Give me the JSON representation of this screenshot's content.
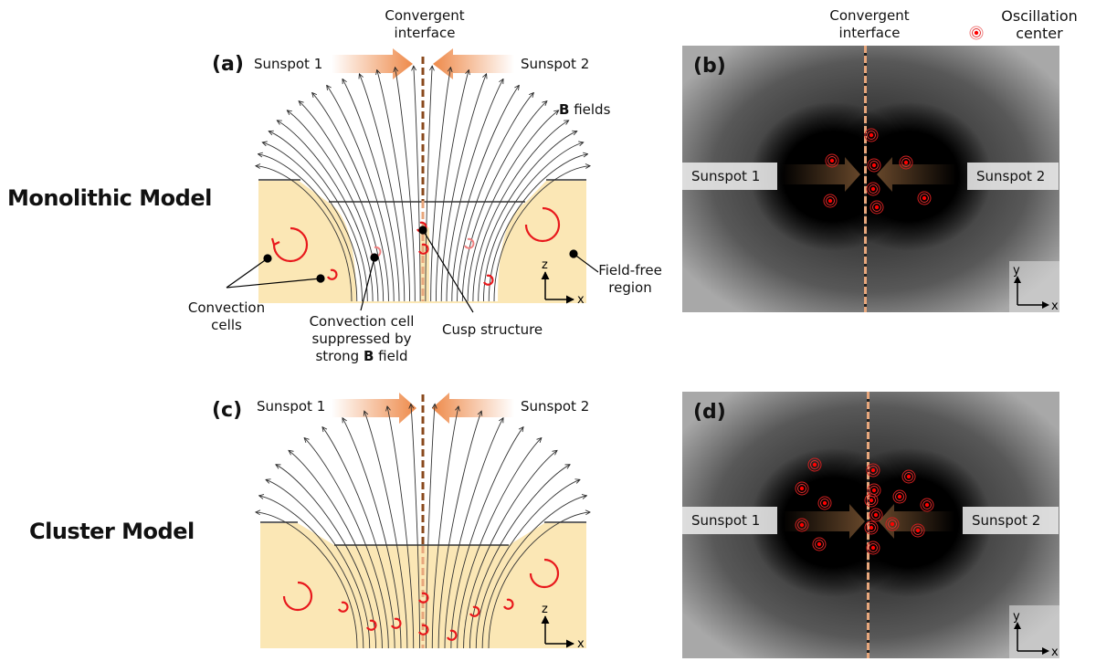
{
  "figure": {
    "rows": [
      {
        "model_title": "Monolithic Model"
      },
      {
        "model_title": "Cluster Model"
      }
    ],
    "legend": {
      "icon": "oscillation-center-icon",
      "label_line1": "Oscillation",
      "label_line2": "center"
    },
    "colors": {
      "field_free": "#fbe7b5",
      "arrow_orange": "#ee8a4a",
      "interface_dark": "#8a4a1e",
      "interface_light": "#e8a77c",
      "convection_red": "#e8181c",
      "oscillation_red": "#ff0000",
      "photo_arrow": "#6b4a2c"
    },
    "panels": {
      "a": {
        "tag": "(a)",
        "interface_line1": "Convergent",
        "interface_line2": "interface",
        "sunspot1": "Sunspot 1",
        "sunspot2": "Sunspot 2",
        "bfields_bold": "B",
        "bfields_rest": " fields",
        "convection_cells_1": "Convection",
        "convection_cells_2": "cells",
        "suppressed_1": "Convection cell",
        "suppressed_2": "suppressed by",
        "suppressed_3a": "strong ",
        "suppressed_3b": "B",
        "suppressed_3c": " field",
        "cusp": "Cusp structure",
        "fieldfree_1": "Field-free",
        "fieldfree_2": "region",
        "axis_z": "z",
        "axis_x": "x"
      },
      "b": {
        "tag": "(b)",
        "interface_line1": "Convergent",
        "interface_line2": "interface",
        "sunspot1": "Sunspot 1",
        "sunspot2": "Sunspot 2",
        "axis_y": "y",
        "axis_x": "x",
        "oscillation_centers": 8
      },
      "c": {
        "tag": "(c)",
        "sunspot1": "Sunspot 1",
        "sunspot2": "Sunspot 2",
        "axis_z": "z",
        "axis_x": "x"
      },
      "d": {
        "tag": "(d)",
        "sunspot1": "Sunspot 1",
        "sunspot2": "Sunspot 2",
        "axis_y": "y",
        "axis_x": "x",
        "oscillation_centers": 16
      }
    }
  }
}
